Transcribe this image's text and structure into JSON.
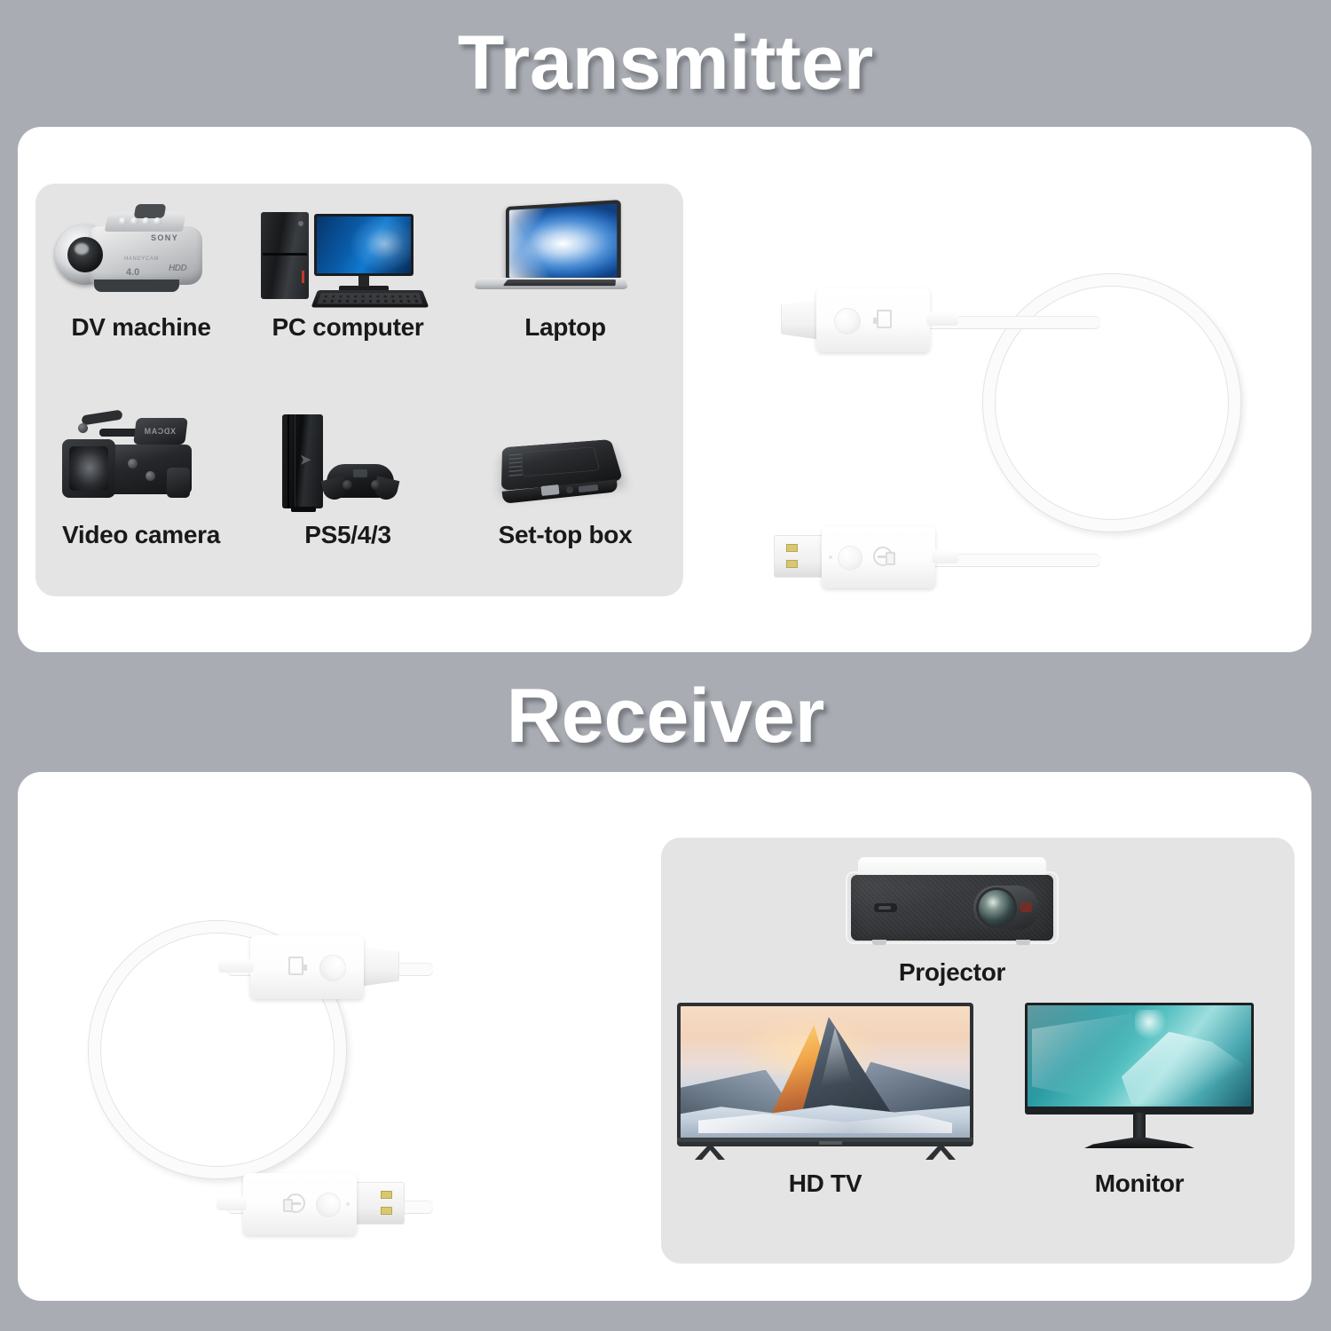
{
  "sections": {
    "transmitter": {
      "title": "Transmitter",
      "sources_box": {
        "devices": [
          {
            "label": "DV machine",
            "icon": "camcorder-silver-icon"
          },
          {
            "label": "PC computer",
            "icon": "desktop-pc-icon"
          },
          {
            "label": "Laptop",
            "icon": "laptop-icon"
          },
          {
            "label": "Video camera",
            "icon": "pro-video-camera-icon"
          },
          {
            "label": "PS5/4/3",
            "icon": "game-console-icon"
          },
          {
            "label": "Set-top box",
            "icon": "set-top-box-icon"
          }
        ]
      },
      "cable": {
        "top_connector": "hdmi-male-connector",
        "bottom_connector": "usb-a-male-connector",
        "cable_color": "#fbfbfb"
      }
    },
    "receiver": {
      "title": "Receiver",
      "outputs_box": {
        "devices": [
          {
            "label": "Projector",
            "icon": "projector-icon"
          },
          {
            "label": "HD TV",
            "icon": "television-icon"
          },
          {
            "label": "Monitor",
            "icon": "computer-monitor-icon"
          }
        ]
      },
      "cable": {
        "top_connector": "hdmi-male-connector",
        "bottom_connector": "usb-a-male-connector",
        "cable_color": "#fbfbfb"
      }
    }
  },
  "colors": {
    "background": "#a9adb3",
    "panel": "#ffffff",
    "device_box": "#e4e4e4",
    "title_text": "#ffffff",
    "label_text": "#191919"
  }
}
